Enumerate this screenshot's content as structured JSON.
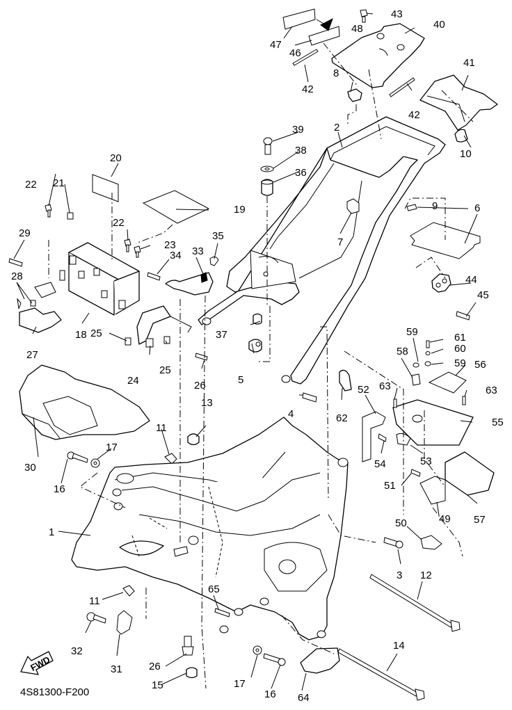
{
  "diagram": {
    "title_code": "4S81300-F200",
    "direction_badge": "FWD",
    "subject": "frame exploded parts diagram"
  },
  "callouts": {
    "c1": "1",
    "c2": "2",
    "c3": "3",
    "c4": "4",
    "c5": "5",
    "c6": "6",
    "c7": "7",
    "c8": "8",
    "c9": "9",
    "c10": "10",
    "c11a": "11",
    "c11b": "11",
    "c12": "12",
    "c13": "13",
    "c14": "14",
    "c15": "15",
    "c16a": "16",
    "c16b": "16",
    "c17a": "17",
    "c17b": "17",
    "c18": "18",
    "c19": "19",
    "c20": "20",
    "c21": "21",
    "c22a": "22",
    "c22b": "22",
    "c23": "23",
    "c24": "24",
    "c25a": "25",
    "c25b": "25",
    "c26a": "26",
    "c26b": "26",
    "c27": "27",
    "c28": "28",
    "c29": "29",
    "c30": "30",
    "c31": "31",
    "c32": "32",
    "c33": "33",
    "c34": "34",
    "c35": "35",
    "c36": "36",
    "c37": "37",
    "c38": "38",
    "c39": "39",
    "c40": "40",
    "c41": "41",
    "c42a": "42",
    "c42b": "42",
    "c43": "43",
    "c44": "44",
    "c45": "45",
    "c46": "46",
    "c47": "47",
    "c48": "48",
    "c49": "49",
    "c50": "50",
    "c51": "51",
    "c52": "52",
    "c53": "53",
    "c54": "54",
    "c55": "55",
    "c56": "56",
    "c57": "57",
    "c58": "58",
    "c59a": "59",
    "c59b": "59",
    "c60": "60",
    "c61": "61",
    "c62": "62",
    "c63a": "63",
    "c63b": "63",
    "c64": "64",
    "c65": "65"
  }
}
